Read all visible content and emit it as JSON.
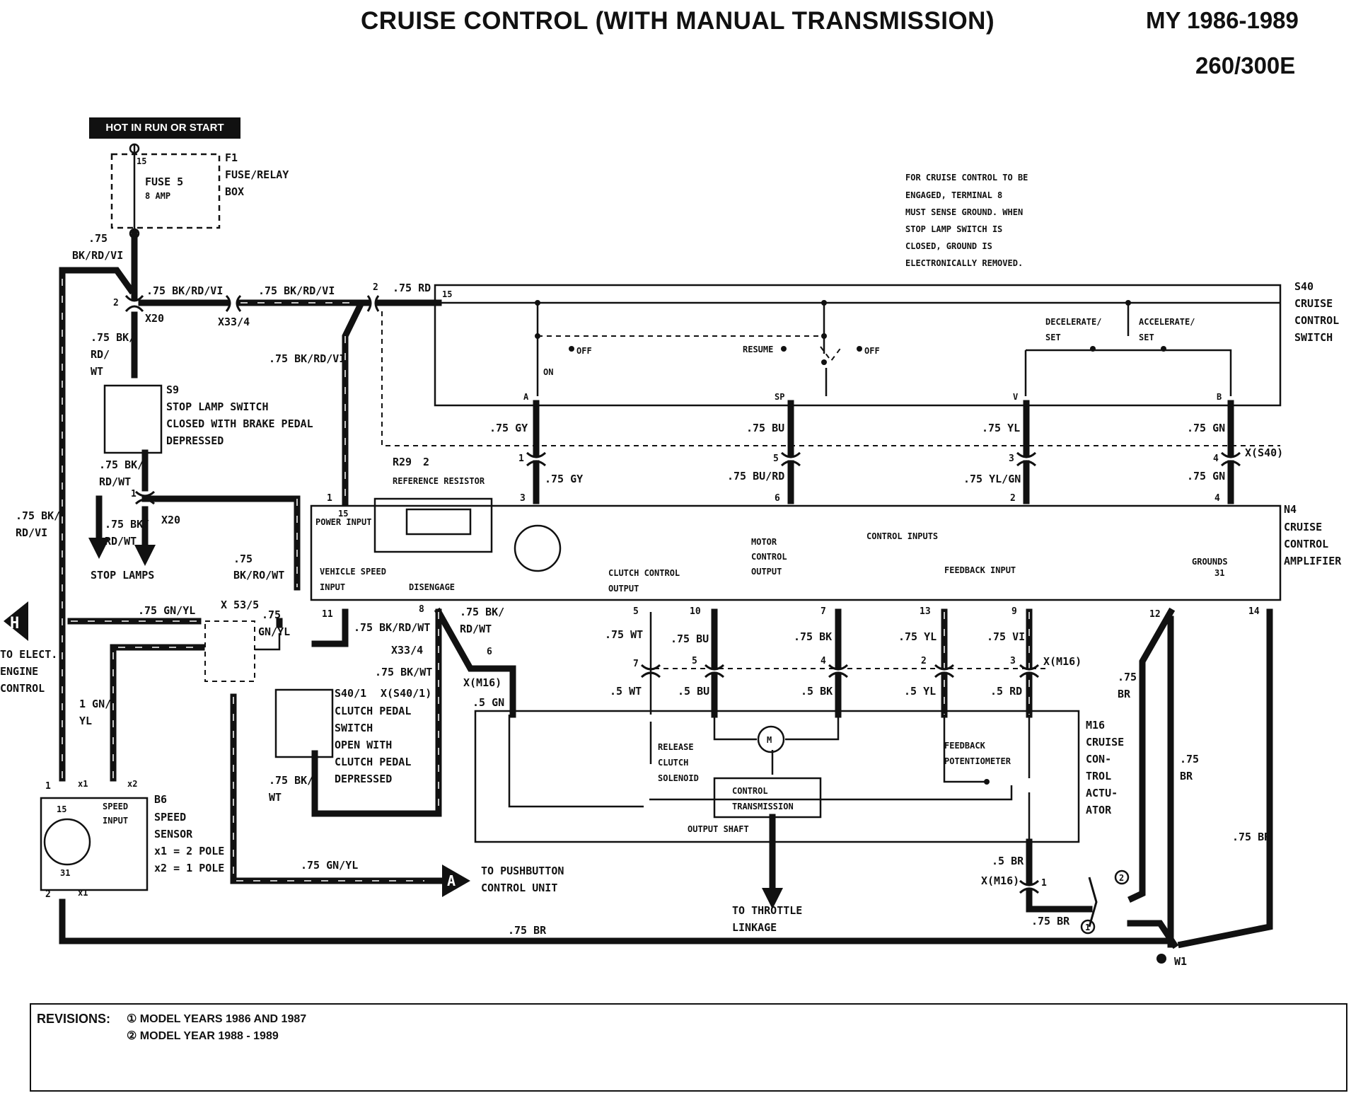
{
  "header": {
    "title": "CRUISE CONTROL (WITH MANUAL TRANSMISSION)",
    "model_years": "MY 1986-1989",
    "model_code": "260/300E"
  },
  "power_source": {
    "tag": "HOT IN RUN OR START"
  },
  "fuse_box": {
    "id": "F1",
    "name_l1": "FUSE/RELAY",
    "name_l2": "BOX",
    "fuse_name": "FUSE 5",
    "fuse_rating": "8 AMP",
    "terminal": "15"
  },
  "note": {
    "l1": "FOR CRUISE CONTROL TO BE",
    "l2": "ENGAGED, TERMINAL 8",
    "l3": "MUST SENSE GROUND. WHEN",
    "l4": "STOP LAMP SWITCH IS",
    "l5": "CLOSED, GROUND IS",
    "l6": "ELECTRONICALLY REMOVED."
  },
  "switch_s40": {
    "id": "S40",
    "l1": "CRUISE",
    "l2": "CONTROL",
    "l3": "SWITCH",
    "terminal": "15",
    "off": "OFF",
    "on": "ON",
    "resume": "RESUME",
    "off2": "OFF",
    "decel_l1": "DECELERATE/",
    "decel_l2": "SET",
    "accel_l1": "ACCELERATE/",
    "accel_l2": "SET",
    "pins": [
      "A",
      "SP",
      "V",
      "B"
    ]
  },
  "stop_lamp_switch": {
    "id": "S9",
    "l1": "STOP LAMP SWITCH",
    "l2": "CLOSED WITH BRAKE PEDAL",
    "l3": "DEPRESSED"
  },
  "reference_resistor": {
    "id": "R29",
    "mark": "2",
    "name": "REFERENCE RESISTOR"
  },
  "amplifier_n4": {
    "id": "N4",
    "l1": "CRUISE",
    "l2": "CONTROL",
    "l3": "AMPLIFIER",
    "power_input_num": "15",
    "power_input": "POWER INPUT",
    "control_inputs": "CONTROL INPUTS",
    "vehicle_speed_l1": "VEHICLE SPEED",
    "vehicle_speed_l2": "INPUT",
    "disengage": "DISENGAGE",
    "clutch_ctrl_l1": "CLUTCH CONTROL",
    "clutch_ctrl_l2": "OUTPUT",
    "motor_ctrl_l1": "MOTOR",
    "motor_ctrl_l2": "CONTROL",
    "motor_ctrl_l3": "OUTPUT",
    "feedback_input": "FEEDBACK INPUT",
    "grounds": "GROUNDS",
    "grounds_num": "31"
  },
  "actuator_m16": {
    "id": "M16",
    "l1": "CRUISE",
    "l2": "CON-",
    "l3": "TROL",
    "l4": "ACTU-",
    "l5": "ATOR",
    "release_l1": "RELEASE",
    "release_l2": "CLUTCH",
    "release_l3": "SOLENOID",
    "feedback_l1": "FEEDBACK",
    "feedback_l2": "POTENTIOMETER",
    "control_l1": "CONTROL",
    "control_l2": "TRANSMISSION",
    "motor": "M",
    "output_shaft": "OUTPUT SHAFT",
    "throttle_l1": "TO THROTTLE",
    "throttle_l2": "LINKAGE"
  },
  "clutch_switch": {
    "id": "S40/1",
    "l1": "CLUTCH PEDAL",
    "l2": "SWITCH",
    "l3": "OPEN WITH",
    "l4": "CLUTCH PEDAL",
    "l5": "DEPRESSED"
  },
  "speed_sensor": {
    "id": "B6",
    "l1": "SPEED",
    "l2": "SENSOR",
    "x1": "x1 = 2 POLE",
    "x2": "x2 = 1 POLE",
    "input_l1": "SPEED",
    "input_l2": "INPUT",
    "t15": "15",
    "t31": "31"
  },
  "connectors": {
    "x20": "X20",
    "x33_4": "X33/4",
    "x53_5": "X 53/5",
    "x_s40": "X(S40)",
    "x_m16": "X(M16)",
    "x_s40_1": "X(S40/1)",
    "w1": "W1",
    "x1": "x1",
    "x2": "x2"
  },
  "wires": {
    "bk_rd_vi": ".75 BK/RD/VI",
    "bk_rd_vi_a": ".75",
    "bk_rd_vi_b": "BK/RD/VI",
    "rd": ".75 RD",
    "bk_rd_wt_l1": ".75 BK/",
    "bk_rd_wt_l2": "RD/",
    "bk_rd_wt_l3": "WT",
    "bk_rd_wt2_l1": ".75 BK/",
    "bk_rd_wt2_l2": "RD/WT",
    "bk_rd_wt3_l1": ".75 BK/",
    "bk_rd_wt3_l2": "RD/WT",
    "bk_rd_vi_left_l1": ".75 BK/",
    "bk_rd_vi_left_l2": "RD/VI",
    "bk_ro_wt_l1": ".75",
    "bk_ro_wt_l2": "BK/RO/WT",
    "gy": ".75 GY",
    "bu": ".75 BU",
    "yl": ".75 YL",
    "gn": ".75 GN",
    "gy2": ".75 GY",
    "bu_rd": ".75 BU/RD",
    "yl_gn": ".75 YL/GN",
    "gn2": ".75 GN",
    "gn_yl": ".75 GN/YL",
    "gn_yl2_l1": ".75",
    "gn_yl2_l2": "GN/YL",
    "gn_yl3": ".75 GN/YL",
    "bk_rd_wt4": ".75 BK/RD/WT",
    "bk_rd_wt5_l1": ".75 BK/",
    "bk_rd_wt5_l2": "RD/WT",
    "bk_wt": ".75 BK/WT",
    "gn_05": ".5 GN",
    "bk_wt2_l1": ".75 BK/",
    "bk_wt2_l2": "WT",
    "one_gn_yl_l1": "1 GN/",
    "one_gn_yl_l2": "YL",
    "wt": ".75 WT",
    "bu2": ".75 BU",
    "bk": ".75 BK",
    "yl2": ".75 YL",
    "vi": ".75 VI",
    "wt_05": ".5 WT",
    "bu_05": ".5 BU",
    "bk_05": ".5 BK",
    "yl_05": ".5 YL",
    "rd_05": ".5 RD",
    "br_05": ".5 BR",
    "br": ".75 BR",
    "br2_l1": ".75",
    "br2_l2": "BR",
    "br3_l1": ".75",
    "br3_l2": "BR",
    "br4": ".75 BR",
    "br5": ".75 BR"
  },
  "destinations": {
    "stop_lamps": "STOP LAMPS",
    "h_letter": "H",
    "elect_l1": "TO ELECT.",
    "elect_l2": "ENGINE",
    "elect_l3": "CONTROL",
    "a_letter": "A",
    "push_l1": "TO PUSHBUTTON",
    "push_l2": "CONTROL UNIT"
  },
  "pins": {
    "p2a": "2",
    "p2b": "2",
    "p1": "1",
    "p1b": "1",
    "p1c": "1",
    "s40_1": "1",
    "s40_5": "5",
    "s40_3": "3",
    "s40_4": "4",
    "n4_3": "3",
    "n4_6": "6",
    "n4_2": "2",
    "n4_4": "4",
    "n4_11": "11",
    "n4_8": "8",
    "n4_5": "5",
    "n4_10": "10",
    "n4_7": "7",
    "n4_13": "13",
    "n4_9": "9",
    "n4_12": "12",
    "n4_14": "14",
    "x33_6": "6",
    "m16_7": "7",
    "m16_5": "5",
    "m16_4": "4",
    "m16_2": "2",
    "m16_3": "3",
    "m16_1": "1",
    "b6_1": "1",
    "b6_2": "2",
    "rev1": "1",
    "rev2": "2"
  },
  "revisions": {
    "label": "REVISIONS:",
    "r1": "①  MODEL YEARS 1986 AND 1987",
    "r2": "②  MODEL YEAR 1988 - 1989"
  }
}
